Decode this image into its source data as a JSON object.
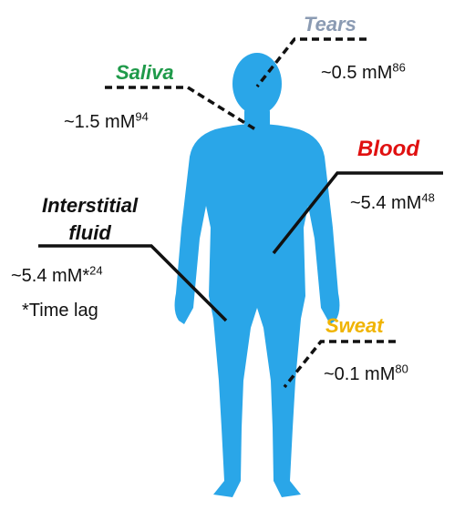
{
  "colors": {
    "body_silhouette": "#2aa6e8",
    "leader_line": "#111111"
  },
  "fluids": {
    "tears": {
      "name": "Tears",
      "color": "#8b9bb3",
      "value": "~0.5 mM",
      "ref": "86"
    },
    "saliva": {
      "name": "Saliva",
      "color": "#1f9a4a",
      "value": "~1.5 mM",
      "ref": "94"
    },
    "blood": {
      "name": "Blood",
      "color": "#e01010",
      "value": "~5.4 mM",
      "ref": "48"
    },
    "interstitial": {
      "name_line1": "Interstitial",
      "name_line2": "fluid",
      "color": "#111111",
      "value": "~5.4 mM*",
      "ref": "24",
      "note": "*Time lag"
    },
    "sweat": {
      "name": "Sweat",
      "color": "#f0b400",
      "value": "~0.1 mM",
      "ref": "80"
    }
  }
}
